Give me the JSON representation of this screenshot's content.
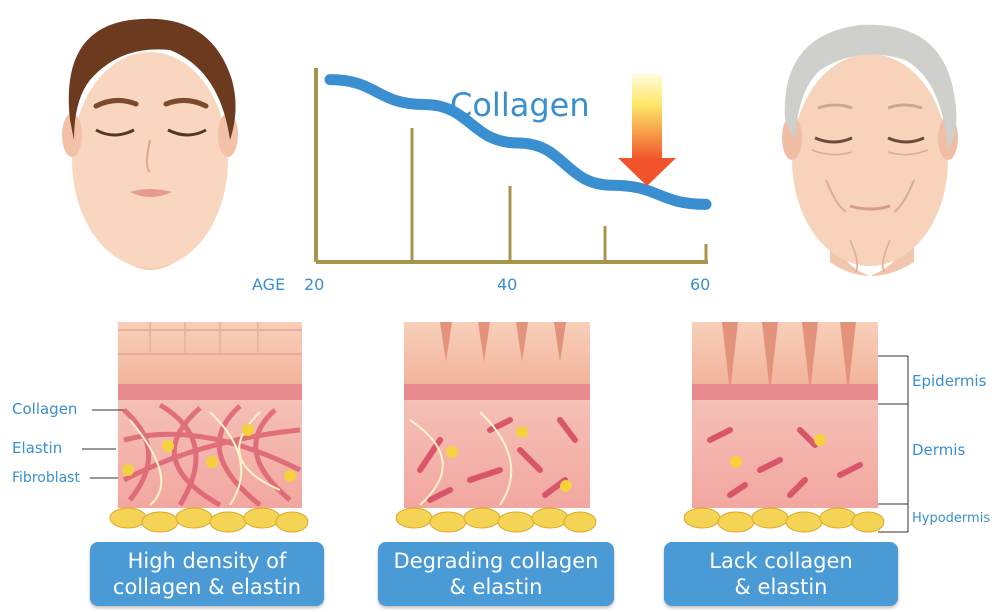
{
  "graph": {
    "title": "Collagen",
    "age_label": "AGE",
    "ticks": [
      "20",
      "40",
      "60"
    ]
  },
  "chart_data": {
    "type": "line",
    "title": "Collagen",
    "xlabel": "AGE",
    "ylabel": "",
    "x": [
      20,
      30,
      40,
      50,
      60
    ],
    "series": [
      {
        "values": [
          95,
          82,
          62,
          40,
          30
        ]
      }
    ],
    "xlim": [
      20,
      60
    ],
    "ylim": [
      0,
      100
    ],
    "grid": false
  },
  "labels": {
    "left": [
      "Collagen",
      "Elastin",
      "Fibroblast"
    ],
    "right": [
      "Epidermis",
      "Dermis",
      "Hypodermis"
    ]
  },
  "captions": [
    {
      "line1": "High density of",
      "line2": "collagen & elastin"
    },
    {
      "line1": "Degrading collagen",
      "line2": "& elastin"
    },
    {
      "line1": "Lack collagen",
      "line2": "& elastin"
    }
  ],
  "colors": {
    "accent": "#3a8fd0",
    "curve": "#3a8fd0",
    "axis": "#a8954d",
    "badge": "#4a9ad6",
    "arrow_top": "#fde96a",
    "arrow_bottom": "#f1542b"
  }
}
